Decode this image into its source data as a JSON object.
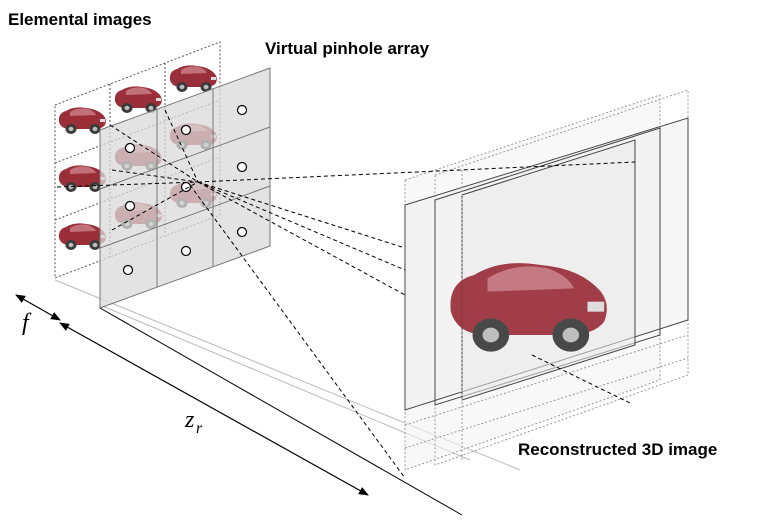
{
  "labels": {
    "elemental_images": "Elemental images",
    "virtual_pinhole_array": "Virtual pinhole array",
    "reconstructed_3d_image": "Reconstructed 3D image",
    "focal_length": "f",
    "distance_symbol": "z",
    "distance_subscript": "r"
  },
  "colors": {
    "car_body": "#9a2f3a",
    "car_dark": "#5a1a22",
    "pinhole_plane": "#d9d9d9",
    "recon_plane": "#eeeeee"
  },
  "icons": {
    "car": "car-icon",
    "pinhole": "pinhole-circle-icon"
  }
}
